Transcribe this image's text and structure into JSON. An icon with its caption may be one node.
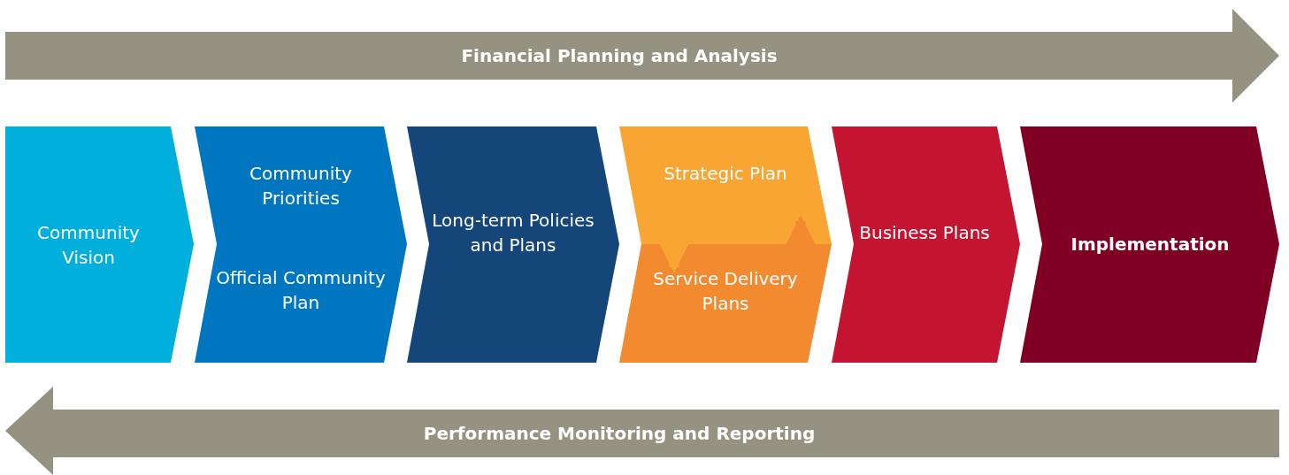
{
  "diagram": {
    "nodes": [
      {
        "text": [
          "Financial Planning and Analysis"
        ]
      },
      {
        "text": [
          "Community Vision"
        ]
      },
      {
        "text": [
          "Community Priorities",
          "Official Community Plan"
        ]
      },
      {
        "text": [
          "Long-term Policies and Plans"
        ]
      },
      {
        "text": [
          "Strategic Plan"
        ]
      },
      {
        "text": [
          "Service Delivery Plans"
        ]
      },
      {
        "text": [
          "Business Plans"
        ]
      },
      {
        "text": [
          "Implementation"
        ]
      },
      {
        "text": [
          "Performance Monitoring and Reporting"
        ]
      }
    ],
    "edges": [
      {
        "from": 4,
        "to": 5,
        "arrow": "to",
        "color": "#f8a534"
      },
      {
        "from": 5,
        "to": 4,
        "arrow": "to",
        "color": "#f28a30"
      }
    ]
  }
}
